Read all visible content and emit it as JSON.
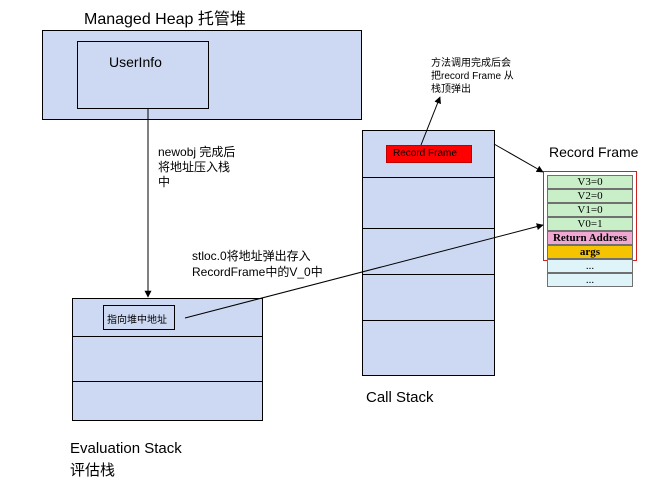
{
  "managed_heap": {
    "title": "Managed Heap 托管堆",
    "object_label": "UserInfo"
  },
  "annotations": {
    "newobj": [
      "newobj 完成后",
      "将地址压入栈",
      "中"
    ],
    "stloc": [
      "stloc.0将地址弹出存入",
      "RecordFrame中的V_0中"
    ],
    "pop": [
      "方法调用完成后会",
      "把record Frame 从",
      "栈顶弹出"
    ]
  },
  "evaluation_stack": {
    "title_line1": "Evaluation Stack",
    "title_line2": "评估栈",
    "pointer_label": "指向堆中地址"
  },
  "call_stack": {
    "title": "Call Stack",
    "frame_label": "Record Frame"
  },
  "record_frame": {
    "title": "Record Frame",
    "vars": [
      "V3=0",
      "V2=0",
      "V1=0",
      "V0=1"
    ],
    "return_address": "Return Address",
    "args": "args",
    "dots": [
      "...",
      "..."
    ]
  }
}
